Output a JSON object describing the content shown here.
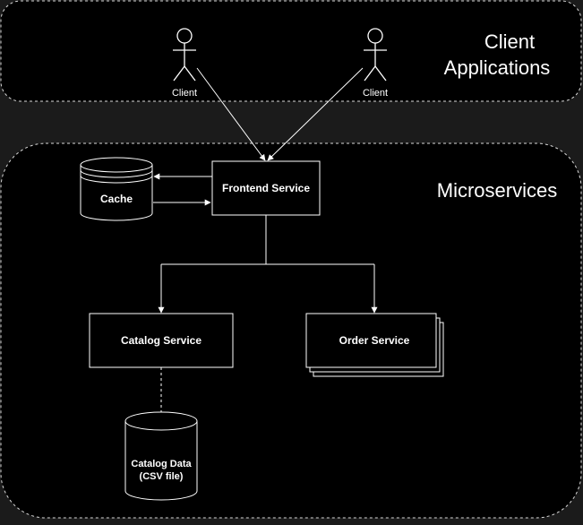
{
  "regions": {
    "client": {
      "title_lines": [
        "Client",
        "Applications"
      ]
    },
    "micro": {
      "title": "Microservices"
    }
  },
  "actors": [
    {
      "id": "client-left",
      "label": "Client"
    },
    {
      "id": "client-right",
      "label": "Client"
    }
  ],
  "nodes": {
    "frontend": {
      "label": "Frontend Service"
    },
    "cache": {
      "label": "Cache"
    },
    "catalog": {
      "label": "Catalog Service"
    },
    "order": {
      "label": "Order Service"
    },
    "catalog_data": {
      "label_lines": [
        "Catalog Data",
        "(CSV file)"
      ]
    }
  },
  "colors": {
    "page": "#1b1b1b",
    "region_fill": "#000000",
    "stroke": "#ffffff",
    "text": "#ffffff",
    "dashed_border": "#d9d9d9"
  }
}
